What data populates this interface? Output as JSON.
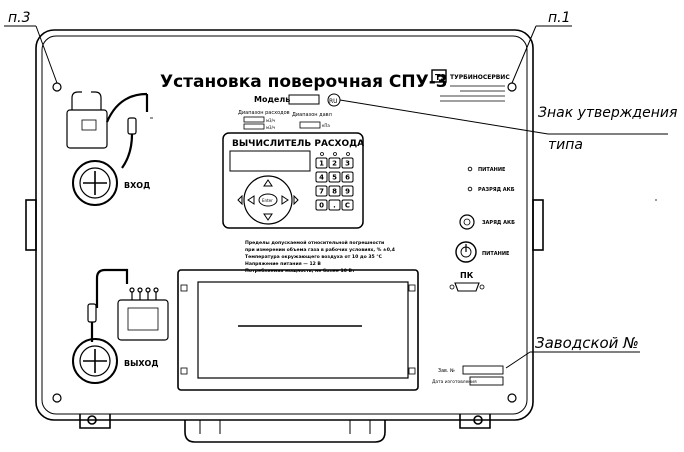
{
  "callouts": {
    "p3": "п.3",
    "p1": "п.1",
    "mark_line1": "Знак утверждения",
    "mark_line2": "типа",
    "serial": "Заводской №"
  },
  "panel": {
    "title": "Установка поверочная СПУ-3",
    "logo_text": "ТУРБИНОСЕРВИС",
    "model_label": "Модель",
    "input_label": "ВХОД",
    "output_label": "ВЫХОД",
    "meter_label": "",
    "range_flow_label": "Диапазон расходов",
    "range_pressure_label": "Диапазон давл",
    "unit_m3h": "м3/ч",
    "unit_mpa": "кПа",
    "power_indicator": "ПИТАНИЕ",
    "battery_discharge": "РАЗРЯД АКБ",
    "battery_charge": "ЗАРЯД АКБ",
    "power_switch": "ПИТАНИЕ",
    "pc_label": "ПК",
    "serial_label": "Зав. №",
    "date_label": "Дата изготовления"
  },
  "calculator": {
    "title": "ВЫЧИСЛИТЕЛЬ РАСХОДА",
    "enter_label": "Enter",
    "keys": [
      "1",
      "2",
      "3",
      "4",
      "5",
      "6",
      "7",
      "8",
      "9",
      "0",
      ".",
      "C"
    ]
  },
  "spec_lines": [
    "Пределы допускаемой относительной погрешности",
    "при измерении объема газа в рабочих условиях, % ±0,4",
    "Температура окружающего воздуха от 10 до 35 °С",
    "Напряжение питания — 12 В",
    "Потребляемая мощность, не более 10 Вт"
  ]
}
